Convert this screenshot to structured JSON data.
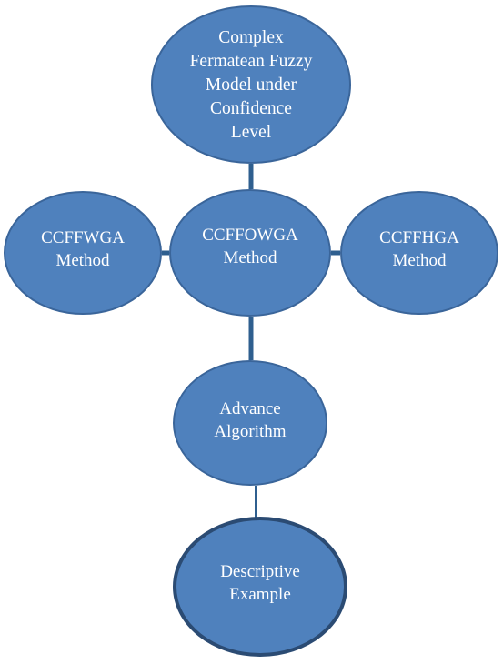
{
  "nodes": {
    "top": "Complex\nFermatean Fuzzy\nModel under\nConfidence\nLevel",
    "left": "CCFFWGA\nMethod",
    "center": "CCFFOWGA\nMethod",
    "right": "CCFFHGA\nMethod",
    "algorithm": "Advance\nAlgorithm",
    "example": "Descriptive\nExample"
  },
  "colors": {
    "node_fill": "#4f81bd",
    "node_border": "#3a659a",
    "example_border": "#2b4b73",
    "connector": "#2f5f8f",
    "text": "#ffffff"
  }
}
